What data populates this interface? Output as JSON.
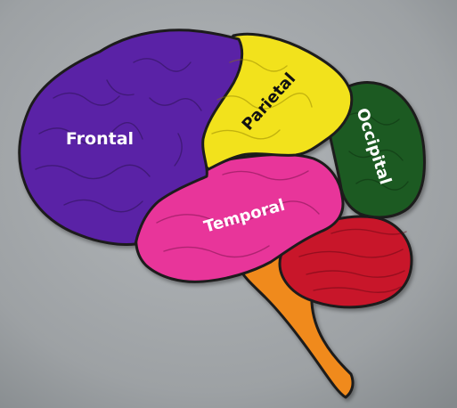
{
  "colors": {
    "background_cloth": "#9fa3a6",
    "background_shade": "#8a8f93",
    "outline": "#1e1a1a",
    "frontal": "#5a20a6",
    "parietal": "#f2e21a",
    "occipital": "#1f5a22",
    "temporal": "#e8349a",
    "cerebellum": "#c8122a",
    "brainstem": "#f08a1c",
    "label_light": "#ffffff",
    "label_dark": "#111111"
  },
  "lobes": {
    "frontal": {
      "label": "Frontal"
    },
    "parietal": {
      "label": "Parietal"
    },
    "occipital": {
      "label": "Occipital"
    },
    "temporal": {
      "label": "Temporal"
    }
  },
  "other_structures": [
    "cerebellum",
    "brainstem"
  ]
}
